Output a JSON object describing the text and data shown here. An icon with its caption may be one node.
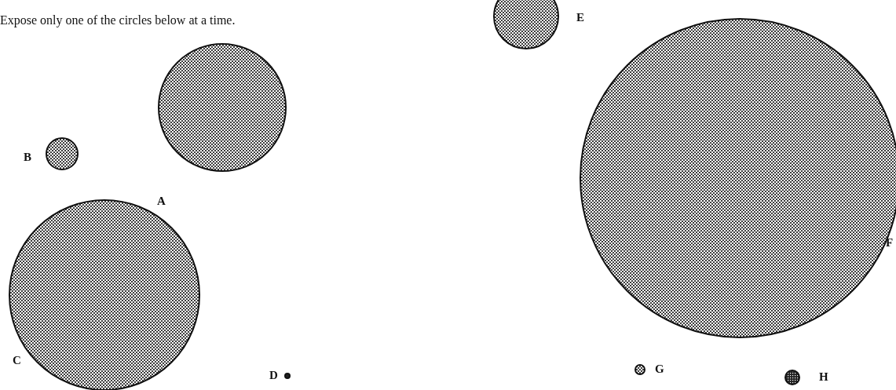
{
  "diagram": {
    "nodes": [
      {
        "text": [],
        "shape": "circle"
      },
      {
        "text": [],
        "shape": "circle"
      },
      {
        "text": [],
        "shape": "circle"
      },
      {
        "text": [],
        "shape": "circle"
      },
      {
        "text": [],
        "shape": "circle"
      },
      {
        "text": [],
        "shape": "circle"
      },
      {
        "text": [],
        "shape": "circle"
      },
      {
        "text": [],
        "shape": "circle"
      }
    ],
    "labels": [
      "Expose only one of the circles below at a time.",
      "E",
      "B",
      "A",
      "F",
      "C",
      "D",
      "G",
      "H"
    ]
  }
}
